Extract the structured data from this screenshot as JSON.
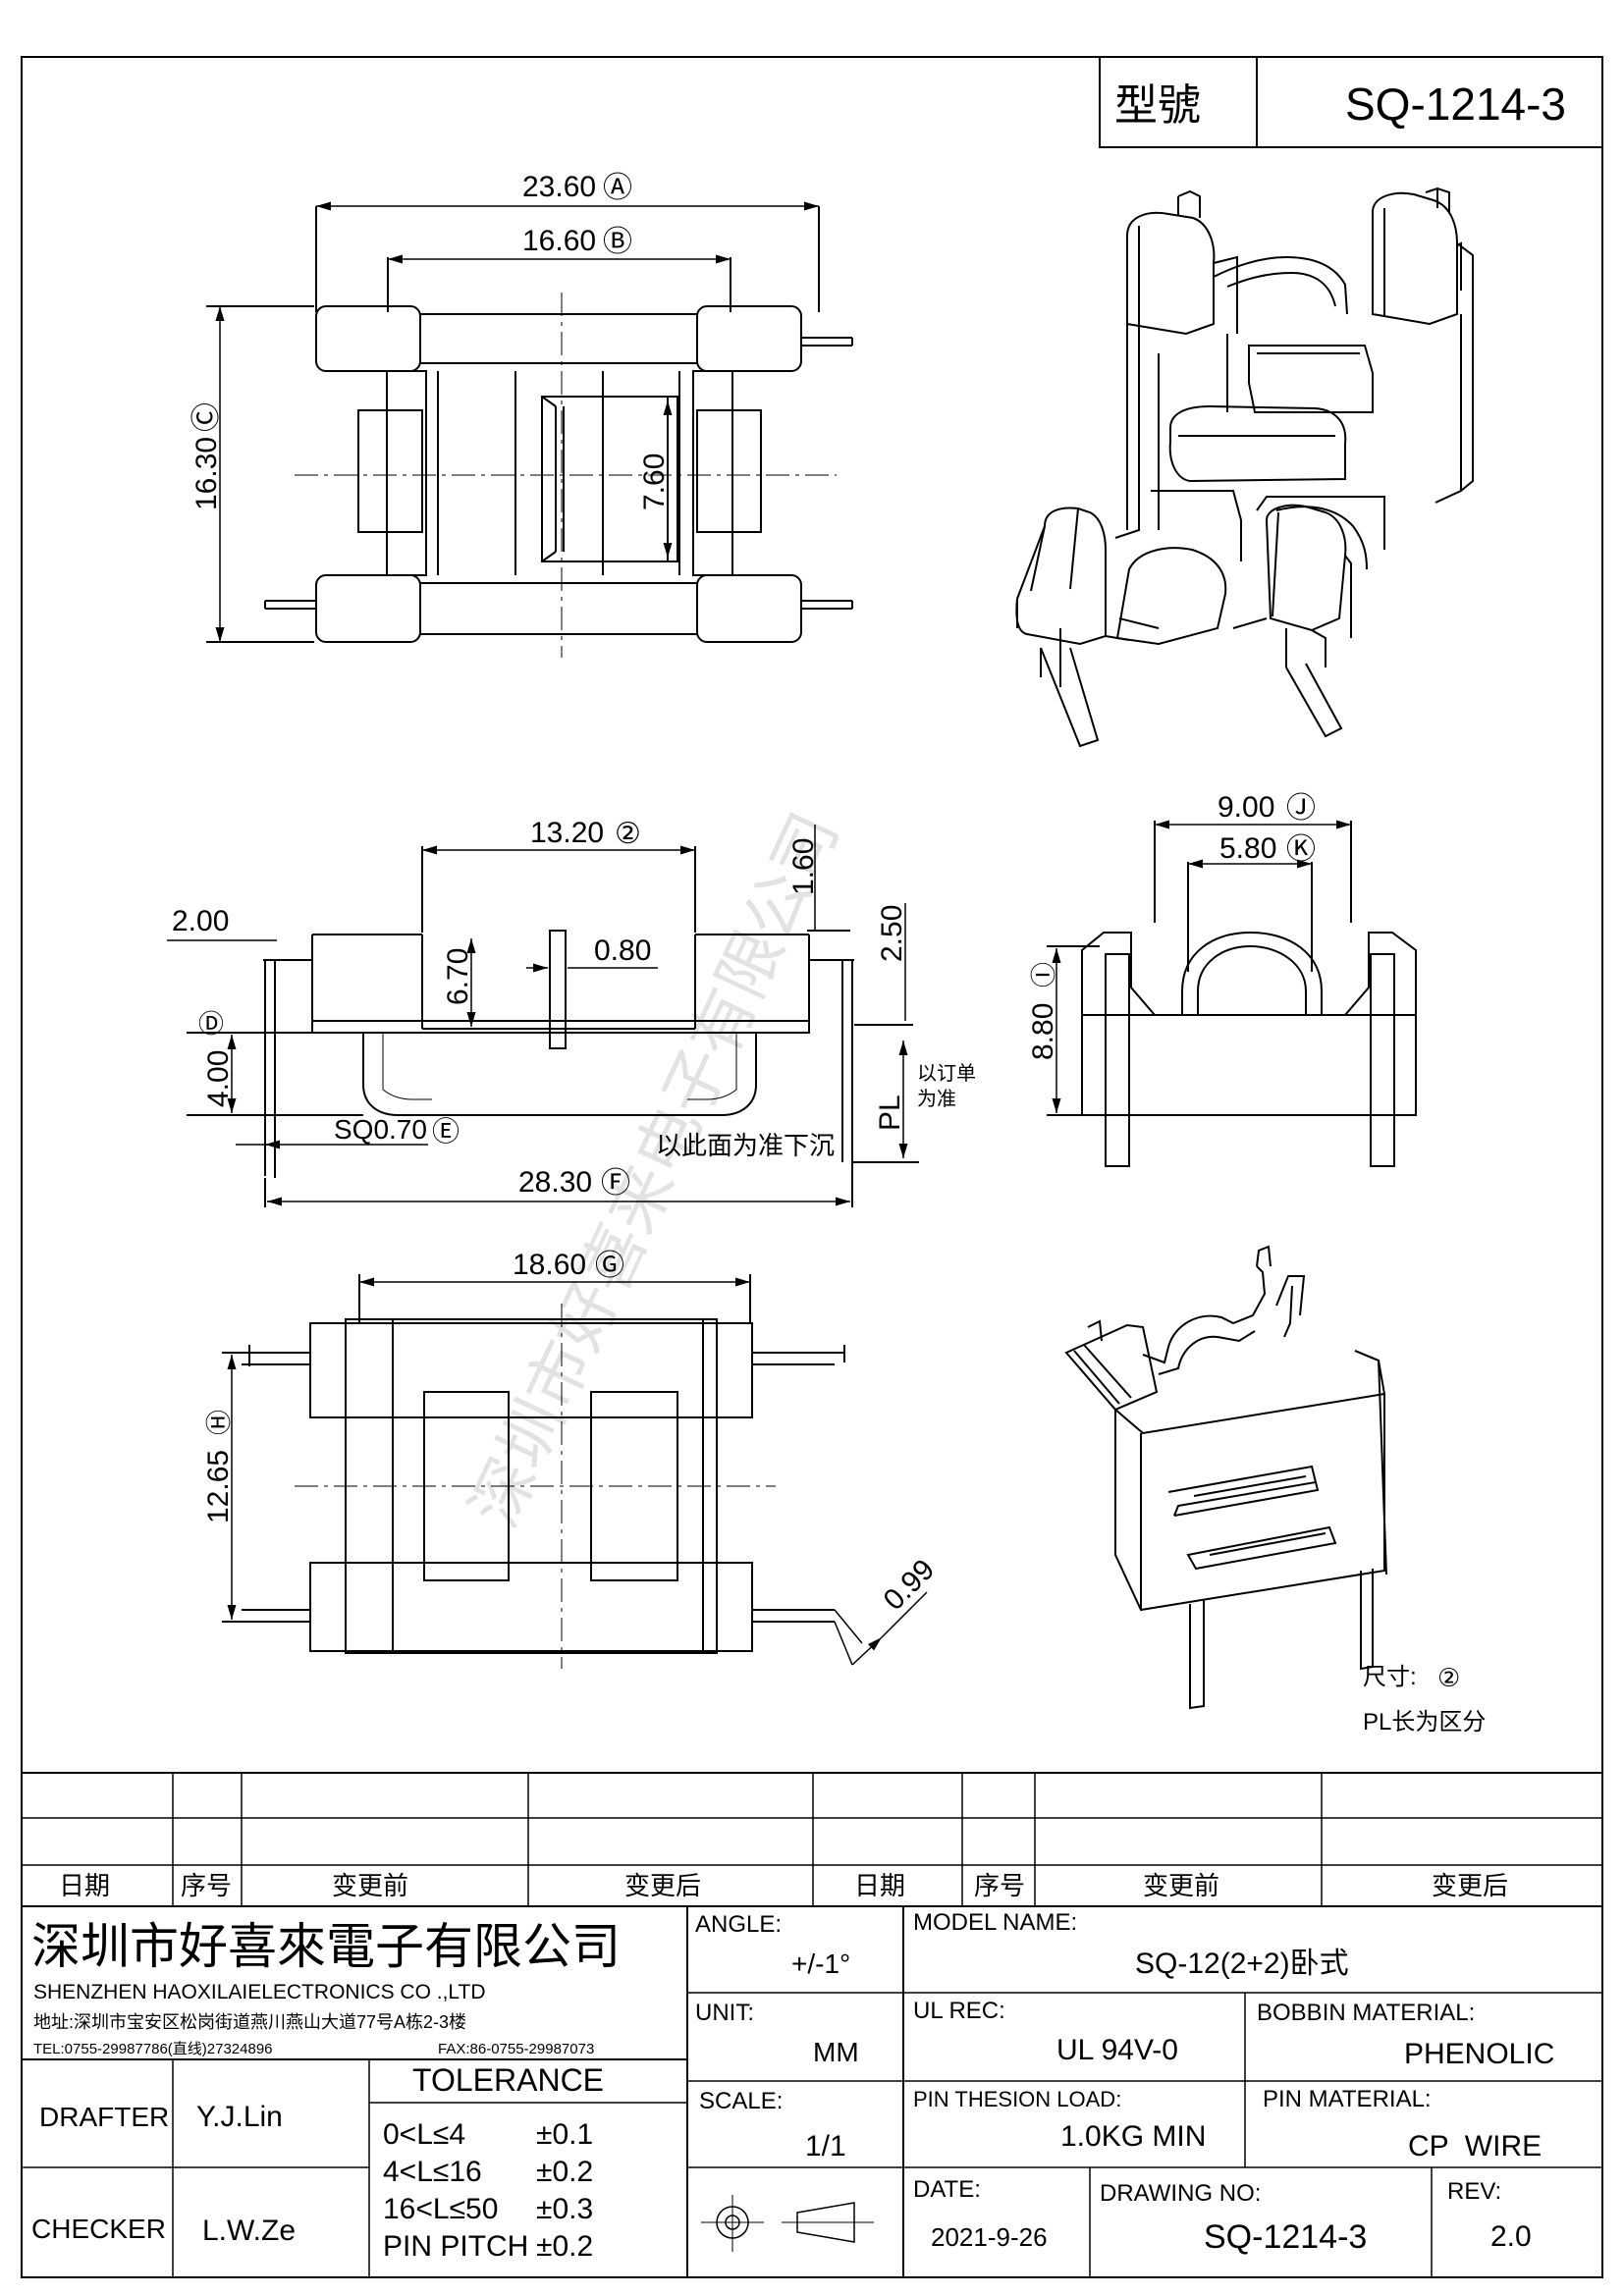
{
  "header": {
    "model_label": "型號",
    "model_value": "SQ-1214-3"
  },
  "views": {
    "top": {
      "dim_a": "23.60",
      "dim_a_mark": "Ⓐ",
      "dim_b": "16.60",
      "dim_b_mark": "Ⓑ",
      "dim_c": "16.30",
      "dim_c_mark": "Ⓒ",
      "dim_inner": "7.60"
    },
    "front": {
      "dim_2": "13.20",
      "dim_2_mark": "②",
      "dim_160": "1.60",
      "dim_200": "2.00",
      "dim_670": "6.70",
      "dim_080": "0.80",
      "dim_250": "2.50",
      "dim_d_mark": "Ⓓ",
      "dim_400": "4.00",
      "dim_pl": "PL",
      "pl_note_1": "以订单",
      "pl_note_2": "为准",
      "dim_e": "SQ0.70",
      "dim_e_mark": "Ⓔ",
      "sink_note": "以此面为准下沉",
      "dim_f": "28.30",
      "dim_f_mark": "Ⓕ"
    },
    "side": {
      "dim_j": "9.00",
      "dim_j_mark": "Ⓙ",
      "dim_k": "5.80",
      "dim_k_mark": "Ⓚ",
      "dim_i": "8.80",
      "dim_i_mark": "Ⓘ"
    },
    "bottom": {
      "dim_g": "18.60",
      "dim_g_mark": "Ⓖ",
      "dim_h": "12.65",
      "dim_h_mark": "Ⓗ",
      "dim_099": "0.99"
    }
  },
  "notes": {
    "size_label": "尺寸:",
    "size_mark": "②",
    "pl_note": "PL长为区分"
  },
  "watermark": "深圳市好喜来电子有限公司",
  "revision_table": {
    "headers": [
      "日期",
      "序号",
      "变更前",
      "变更后",
      "日期",
      "序号",
      "变更前",
      "变更后"
    ]
  },
  "company": {
    "name_cn": "深圳市好喜來電子有限公司",
    "name_en": "SHENZHEN HAOXILAIELECTRONICS CO .,LTD",
    "address": "地址:深圳市宝安区松岗街道燕川燕山大道77号A栋2-3楼",
    "tel": "TEL:0755-29987786(直线)27324896",
    "fax": "FAX:86-0755-29987073"
  },
  "people": {
    "drafter_label": "DRAFTER",
    "drafter": "Y.J.Lin",
    "checker_label": "CHECKER",
    "checker": "L.W.Ze"
  },
  "tolerance": {
    "title": "TOLERANCE",
    "rows": [
      {
        "range": "0<L≤4",
        "tol": "±0.1"
      },
      {
        "range": "4<L≤16",
        "tol": "±0.2"
      },
      {
        "range": "16<L≤50",
        "tol": "±0.3"
      },
      {
        "range": "PIN PITCH",
        "tol": "±0.2"
      }
    ]
  },
  "spec": {
    "angle_label": "ANGLE:",
    "angle": "+/-1°",
    "unit_label": "UNIT:",
    "unit": "MM",
    "scale_label": "SCALE:",
    "scale": "1/1",
    "model_name_label": "MODEL NAME:",
    "model_name": "SQ-12(2+2)卧式",
    "ul_label": "UL REC:",
    "ul": "UL 94V-0",
    "bobbin_label": "BOBBIN MATERIAL:",
    "bobbin": "PHENOLIC",
    "pin_load_label": "PIN THESION LOAD:",
    "pin_load": "1.0KG MIN",
    "pin_material_label": "PIN MATERIAL:",
    "pin_material": "CP  WIRE",
    "date_label": "DATE:",
    "date": "2021-9-26",
    "drawing_no_label": "DRAWING NO:",
    "drawing_no": "SQ-1214-3",
    "rev_label": "REV:",
    "rev": "2.0"
  }
}
